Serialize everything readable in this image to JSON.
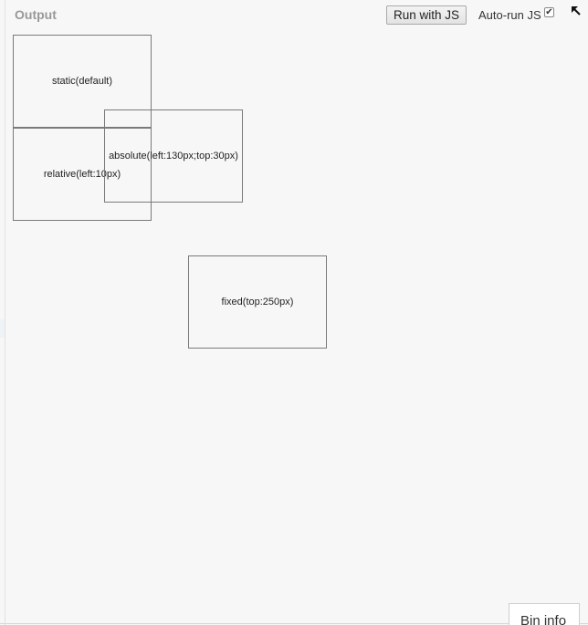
{
  "toolbar": {
    "output_label": "Output",
    "run_button_label": "Run with JS",
    "autorun_label": "Auto-run JS",
    "autorun_checked": true,
    "expand_icon": "expand-arrow-icon"
  },
  "boxes": {
    "static_label": "static(default)",
    "relative_label": "relative(left:10px)",
    "absolute_label": "absolute(left:130px;top:30px)",
    "fixed_label": "fixed(top:250px)"
  },
  "footer": {
    "bin_info_label": "Bin info"
  },
  "colors": {
    "background": "#f7f7f7",
    "box_border": "#7a7a7a",
    "output_label": "#999999"
  }
}
